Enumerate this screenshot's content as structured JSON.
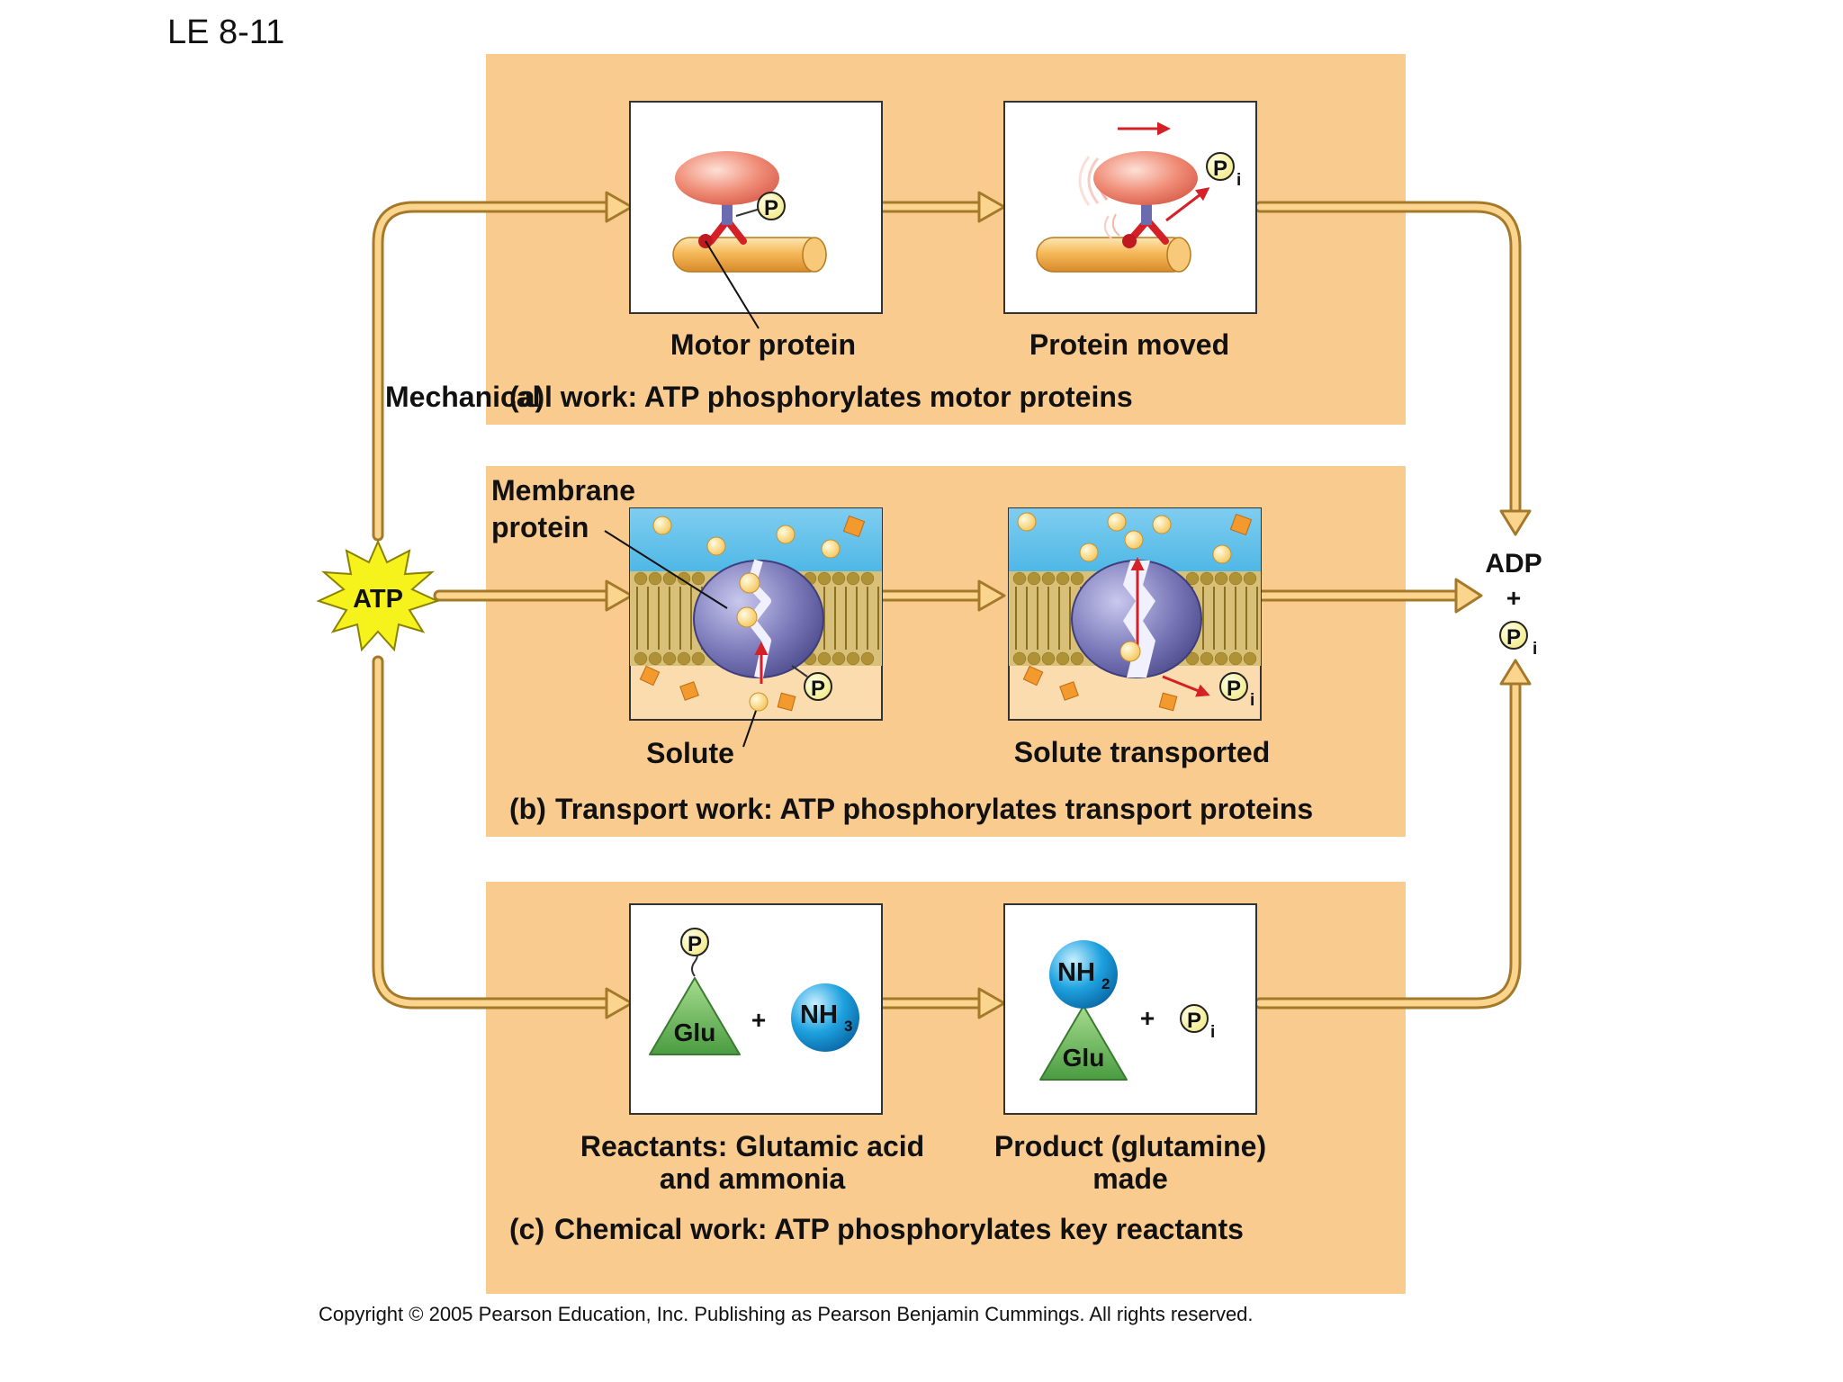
{
  "slide_label": "LE 8-11",
  "colors": {
    "panel": "#f9cb8f",
    "arrow_fill": "#fbd58e",
    "arrow_stroke": "#a5792a",
    "atp_star": "#f6f21c",
    "red": "#d42027",
    "lipid": "#c4a54a",
    "water": "#4fb8e6",
    "protein": "#7a78b8",
    "glu": "#6dbb5f",
    "nh": "#1fa2e0",
    "motor": "#ef8b75",
    "rod": "#f6b95a"
  },
  "atp": "ATP",
  "products": {
    "adp": "ADP",
    "plus": "+",
    "pi": "P",
    "pi_sub": "i"
  },
  "p_symbol": "P",
  "pi_subscript": "i",
  "panel_a": {
    "left_label": "Motor protein",
    "right_label": "Protein moved",
    "caption_under": "Mechanical",
    "caption_tag": "(a)",
    "caption_over": "l work: ATP phosphorylates motor proteins"
  },
  "panel_b": {
    "membrane_label_1": "Membrane",
    "membrane_label_2": "protein",
    "left_label": "Solute",
    "right_label": "Solute transported",
    "caption_tag": "(b)",
    "caption_text": "Transport work: ATP phosphorylates transport proteins"
  },
  "panel_c": {
    "glu": "Glu",
    "nh3": "NH",
    "nh3_sub": "3",
    "nh2": "NH",
    "nh2_sub": "2",
    "plus": "+",
    "left_label_1": "Reactants: Glutamic acid",
    "left_label_2": "and ammonia",
    "right_label_1": "Product (glutamine)",
    "right_label_2": "made",
    "caption_tag": "(c)",
    "caption_text": "Chemical work: ATP phosphorylates key reactants"
  },
  "copyright": "Copyright © 2005 Pearson Education, Inc. Publishing as Pearson Benjamin Cummings. All rights reserved."
}
